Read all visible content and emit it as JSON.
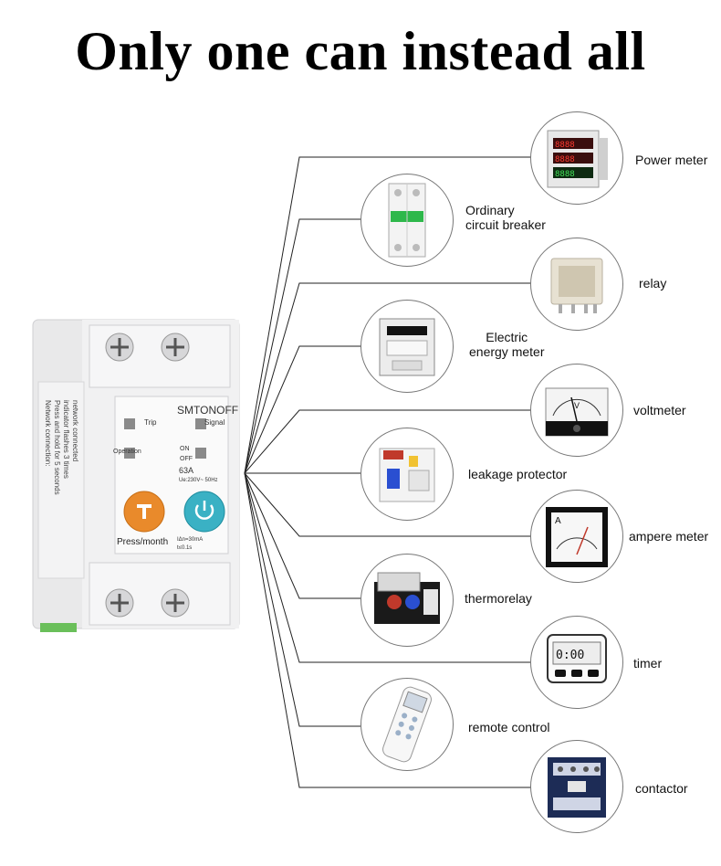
{
  "title": "Only one can instead all",
  "device": {
    "brand": "SMTONOFF",
    "trip_label": "Trip",
    "signal_label": "Signal",
    "operation_label": "Operation",
    "on_label": "ON",
    "off_label": "OFF",
    "rating": "63A",
    "voltage": "Ue:230V~ 50Hz",
    "press_label": "Press/month",
    "spec_line1": "IΔn=30mA",
    "spec_line2": "t≤0.1s"
  },
  "items": [
    {
      "name": "power-meter",
      "label": "Power meter",
      "icon": "power-meter-icon"
    },
    {
      "name": "ordinary-circuit-breaker",
      "label": "Ordinary\ncircuit breaker",
      "icon": "circuit-breaker-icon"
    },
    {
      "name": "relay",
      "label": "relay",
      "icon": "relay-icon"
    },
    {
      "name": "electric-energy-meter",
      "label": "Electric\nenergy meter",
      "icon": "energy-meter-icon"
    },
    {
      "name": "voltmeter",
      "label": "voltmeter",
      "icon": "voltmeter-icon"
    },
    {
      "name": "leakage-protector",
      "label": "leakage protector",
      "icon": "leakage-protector-icon"
    },
    {
      "name": "ampere-meter",
      "label": "ampere meter",
      "icon": "ampere-meter-icon"
    },
    {
      "name": "thermorelay",
      "label": "thermorelay",
      "icon": "thermorelay-icon"
    },
    {
      "name": "timer",
      "label": "timer",
      "icon": "timer-icon"
    },
    {
      "name": "remote-control",
      "label": "remote control",
      "icon": "remote-control-icon"
    },
    {
      "name": "contactor",
      "label": "contactor",
      "icon": "contactor-icon"
    }
  ]
}
